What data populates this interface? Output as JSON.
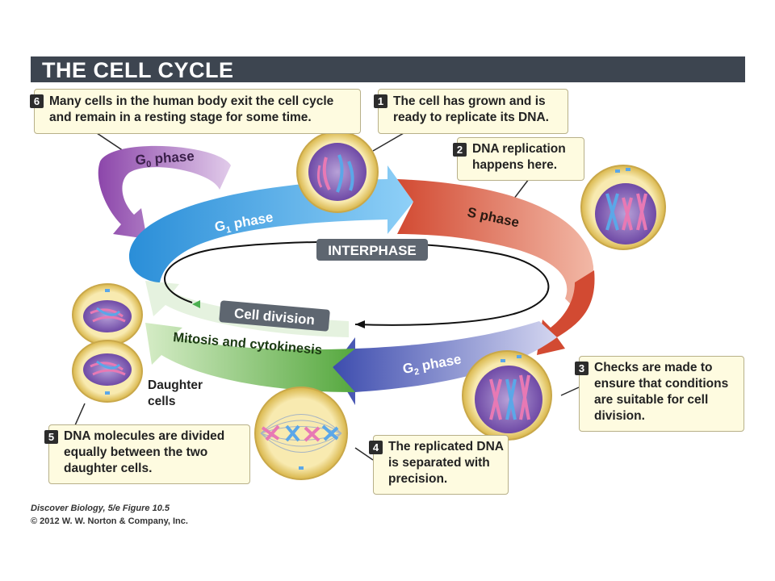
{
  "title": "THE CELL CYCLE",
  "callouts": [
    {
      "num": "6",
      "text": "Many cells in the human body exit the cell cycle and remain in a resting stage for some time."
    },
    {
      "num": "1",
      "text": "The cell has grown and is ready to replicate its DNA."
    },
    {
      "num": "2",
      "text": "DNA replication happens here."
    },
    {
      "num": "3",
      "text": "Checks are made to ensure that conditions are suitable for cell division."
    },
    {
      "num": "4",
      "text": "The replicated DNA is separated with precision."
    },
    {
      "num": "5",
      "text": "DNA molecules are divided equally between the two daughter cells."
    }
  ],
  "phases": {
    "g0": {
      "main": "G",
      "sub": "0",
      "rest": " phase"
    },
    "g1": {
      "main": "G",
      "sub": "1",
      "rest": " phase"
    },
    "s": "S phase",
    "g2": {
      "main": "G",
      "sub": "2",
      "rest": " phase"
    },
    "mitosis": "Mitosis and cytokinesis"
  },
  "interphase": "INTERPHASE",
  "cell_division": "Cell division",
  "daughter_cells": "Daughter cells",
  "footer": {
    "line1": "Discover Biology, 5/e  Figure 10.5",
    "line2": "© 2012 W. W. Norton & Company, Inc."
  },
  "colors": {
    "title_bar": "#3d4550",
    "callout_bg": "#fefbe0",
    "g1_blue": "#3a9fe0",
    "s_red": "#d6583e",
    "g2_indigo": "#4a5bb8",
    "mitosis_green": "#5fae4a",
    "g0_purple": "#9a5cb5"
  }
}
